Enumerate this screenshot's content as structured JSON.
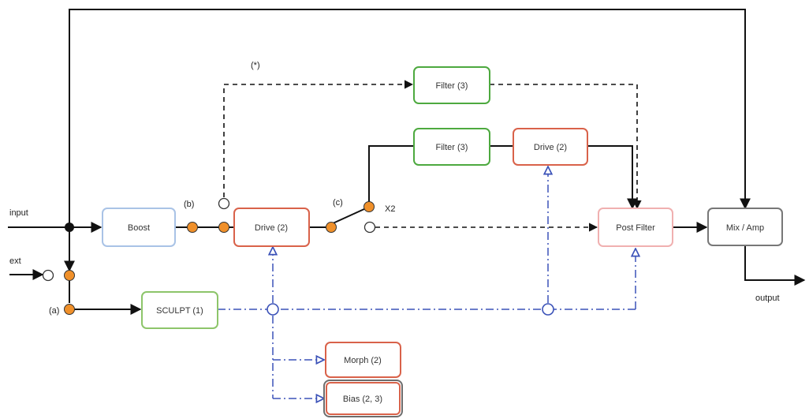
{
  "colors": {
    "boost": "#a9c3e6",
    "drive": "#d9624a",
    "filter": "#4da93f",
    "sculpt": "#8dc56a",
    "morph": "#d9624a",
    "bias_outer": "#6d6d6d",
    "bias_inner": "#d9624a",
    "post_filter": "#f0b0b0",
    "mix": "#777777",
    "node_orange": "#f0902a",
    "mod_line": "#3b52b8",
    "signal_line": "#111111"
  },
  "blocks": {
    "boost": "Boost",
    "drive_main": "Drive (2)",
    "filter_top": "Filter (3)",
    "filter_mid": "Filter (3)",
    "drive_mid": "Drive (2)",
    "post_filter": "Post Filter",
    "mix_amp": "Mix / Amp",
    "sculpt": "SCULPT (1)",
    "morph": "Morph (2)",
    "bias": "Bias (2, 3)"
  },
  "labels": {
    "input": "input",
    "ext": "ext",
    "output": "output",
    "a": "(a)",
    "b": "(b)",
    "c": "(c)",
    "star": "(*)",
    "x2": "X2"
  }
}
